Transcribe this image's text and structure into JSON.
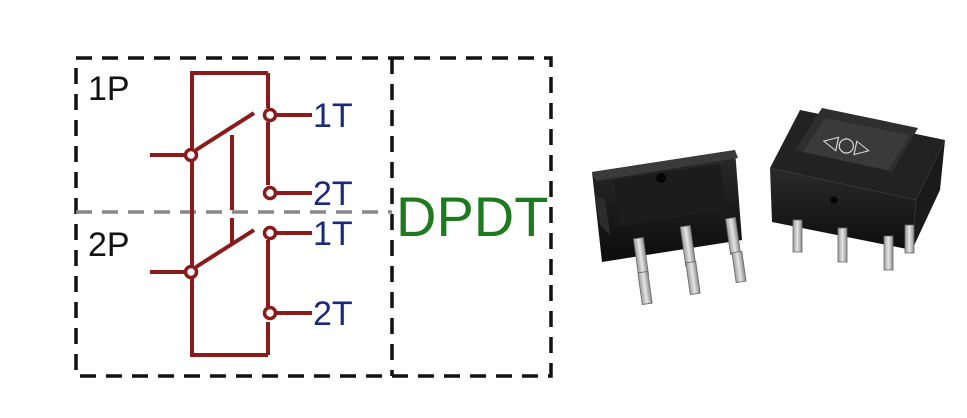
{
  "diagram": {
    "pole_labels": [
      "1P",
      "2P"
    ],
    "throw_labels_pole1": [
      "1T",
      "2T"
    ],
    "throw_labels_pole2": [
      "1T",
      "2T"
    ],
    "type_label": "DPDT"
  },
  "product_photo": {
    "rocker_symbols": "◁○▷"
  },
  "colors": {
    "switch_lines": "#8b1a1a",
    "throw_labels": "#1a2a7a",
    "type_label": "#1e7a1e",
    "frame": "#111111",
    "divider": "#888888"
  }
}
